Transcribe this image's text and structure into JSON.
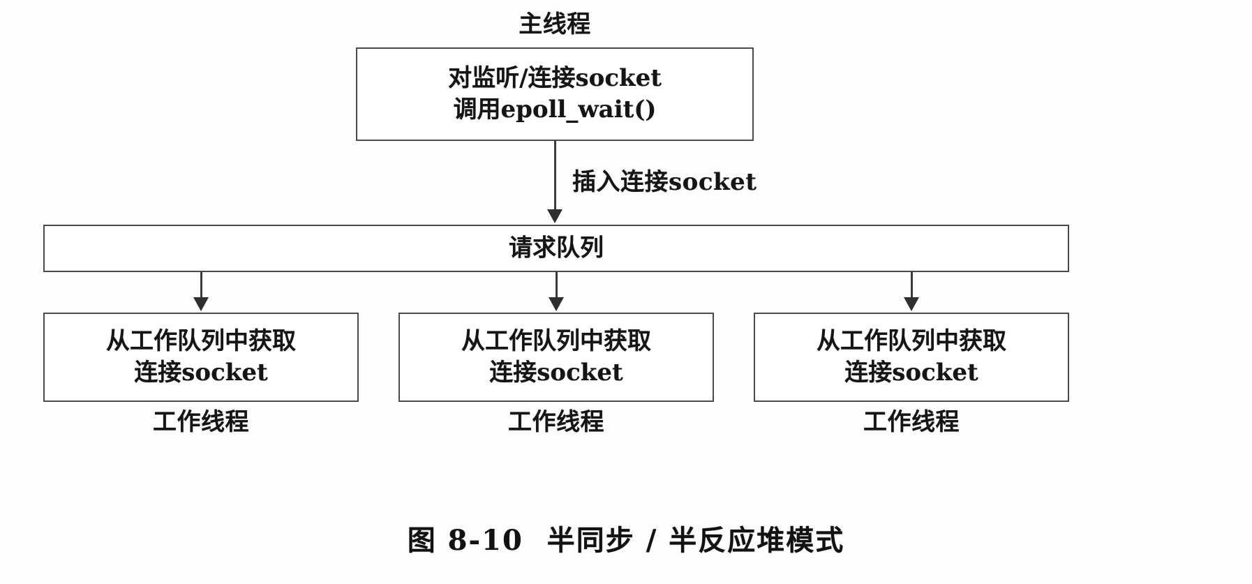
{
  "figure": {
    "caption_number": "图 8-10",
    "caption_title": "半同步 / 半反应堆模式"
  },
  "main_thread": {
    "label": "主线程",
    "box_line_1": "对监听/连接socket",
    "box_line_2": "调用epoll_wait()"
  },
  "edges": {
    "insert_conn_socket": "插入连接socket"
  },
  "queue": {
    "label": "请求队列"
  },
  "workers": [
    {
      "box_line_1": "从工作队列中获取",
      "box_line_2": "连接socket",
      "thread_label": "工作线程"
    },
    {
      "box_line_1": "从工作队列中获取",
      "box_line_2": "连接socket",
      "thread_label": "工作线程"
    },
    {
      "box_line_1": "从工作队列中获取",
      "box_line_2": "连接socket",
      "thread_label": "工作线程"
    }
  ],
  "colors": {
    "background": "#fdfdfd",
    "ink": "#151515",
    "stroke": "#4a4a4a",
    "connector": "#3a3a3a"
  }
}
